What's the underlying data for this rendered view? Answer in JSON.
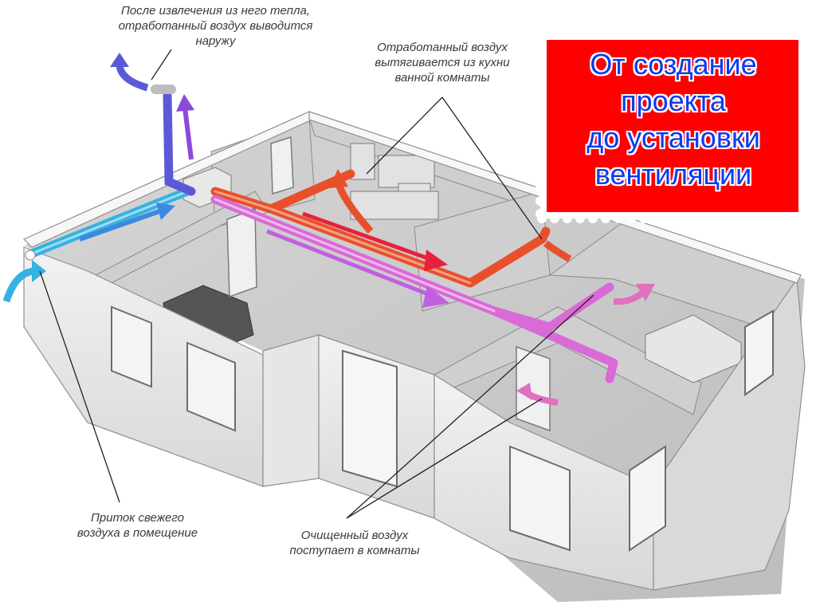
{
  "labels": {
    "exhaust_outside": [
      "После извлечения из него тепла,",
      "отработанный воздух выводится",
      "наружу"
    ],
    "exhaust_kitchen": [
      "Отработанный воздух",
      "вытягивается из кухни",
      "ванной комнаты"
    ],
    "fresh_intake": [
      "Приток свежего",
      "воздуха в помещение"
    ],
    "clean_supply": [
      "Очищенный воздух",
      "поступает в комнаты"
    ]
  },
  "banner": {
    "lines": [
      "От создание",
      "проекта",
      "до установки",
      "вентиляции"
    ]
  },
  "colors": {
    "banner_red": "#ff0000",
    "banner_text": "#0a3cf0",
    "duct_exhaust": "#e8502c",
    "duct_supply": "#d96ad6",
    "duct_intake": "#36b2e0",
    "duct_outlet": "#5a5ad8"
  }
}
